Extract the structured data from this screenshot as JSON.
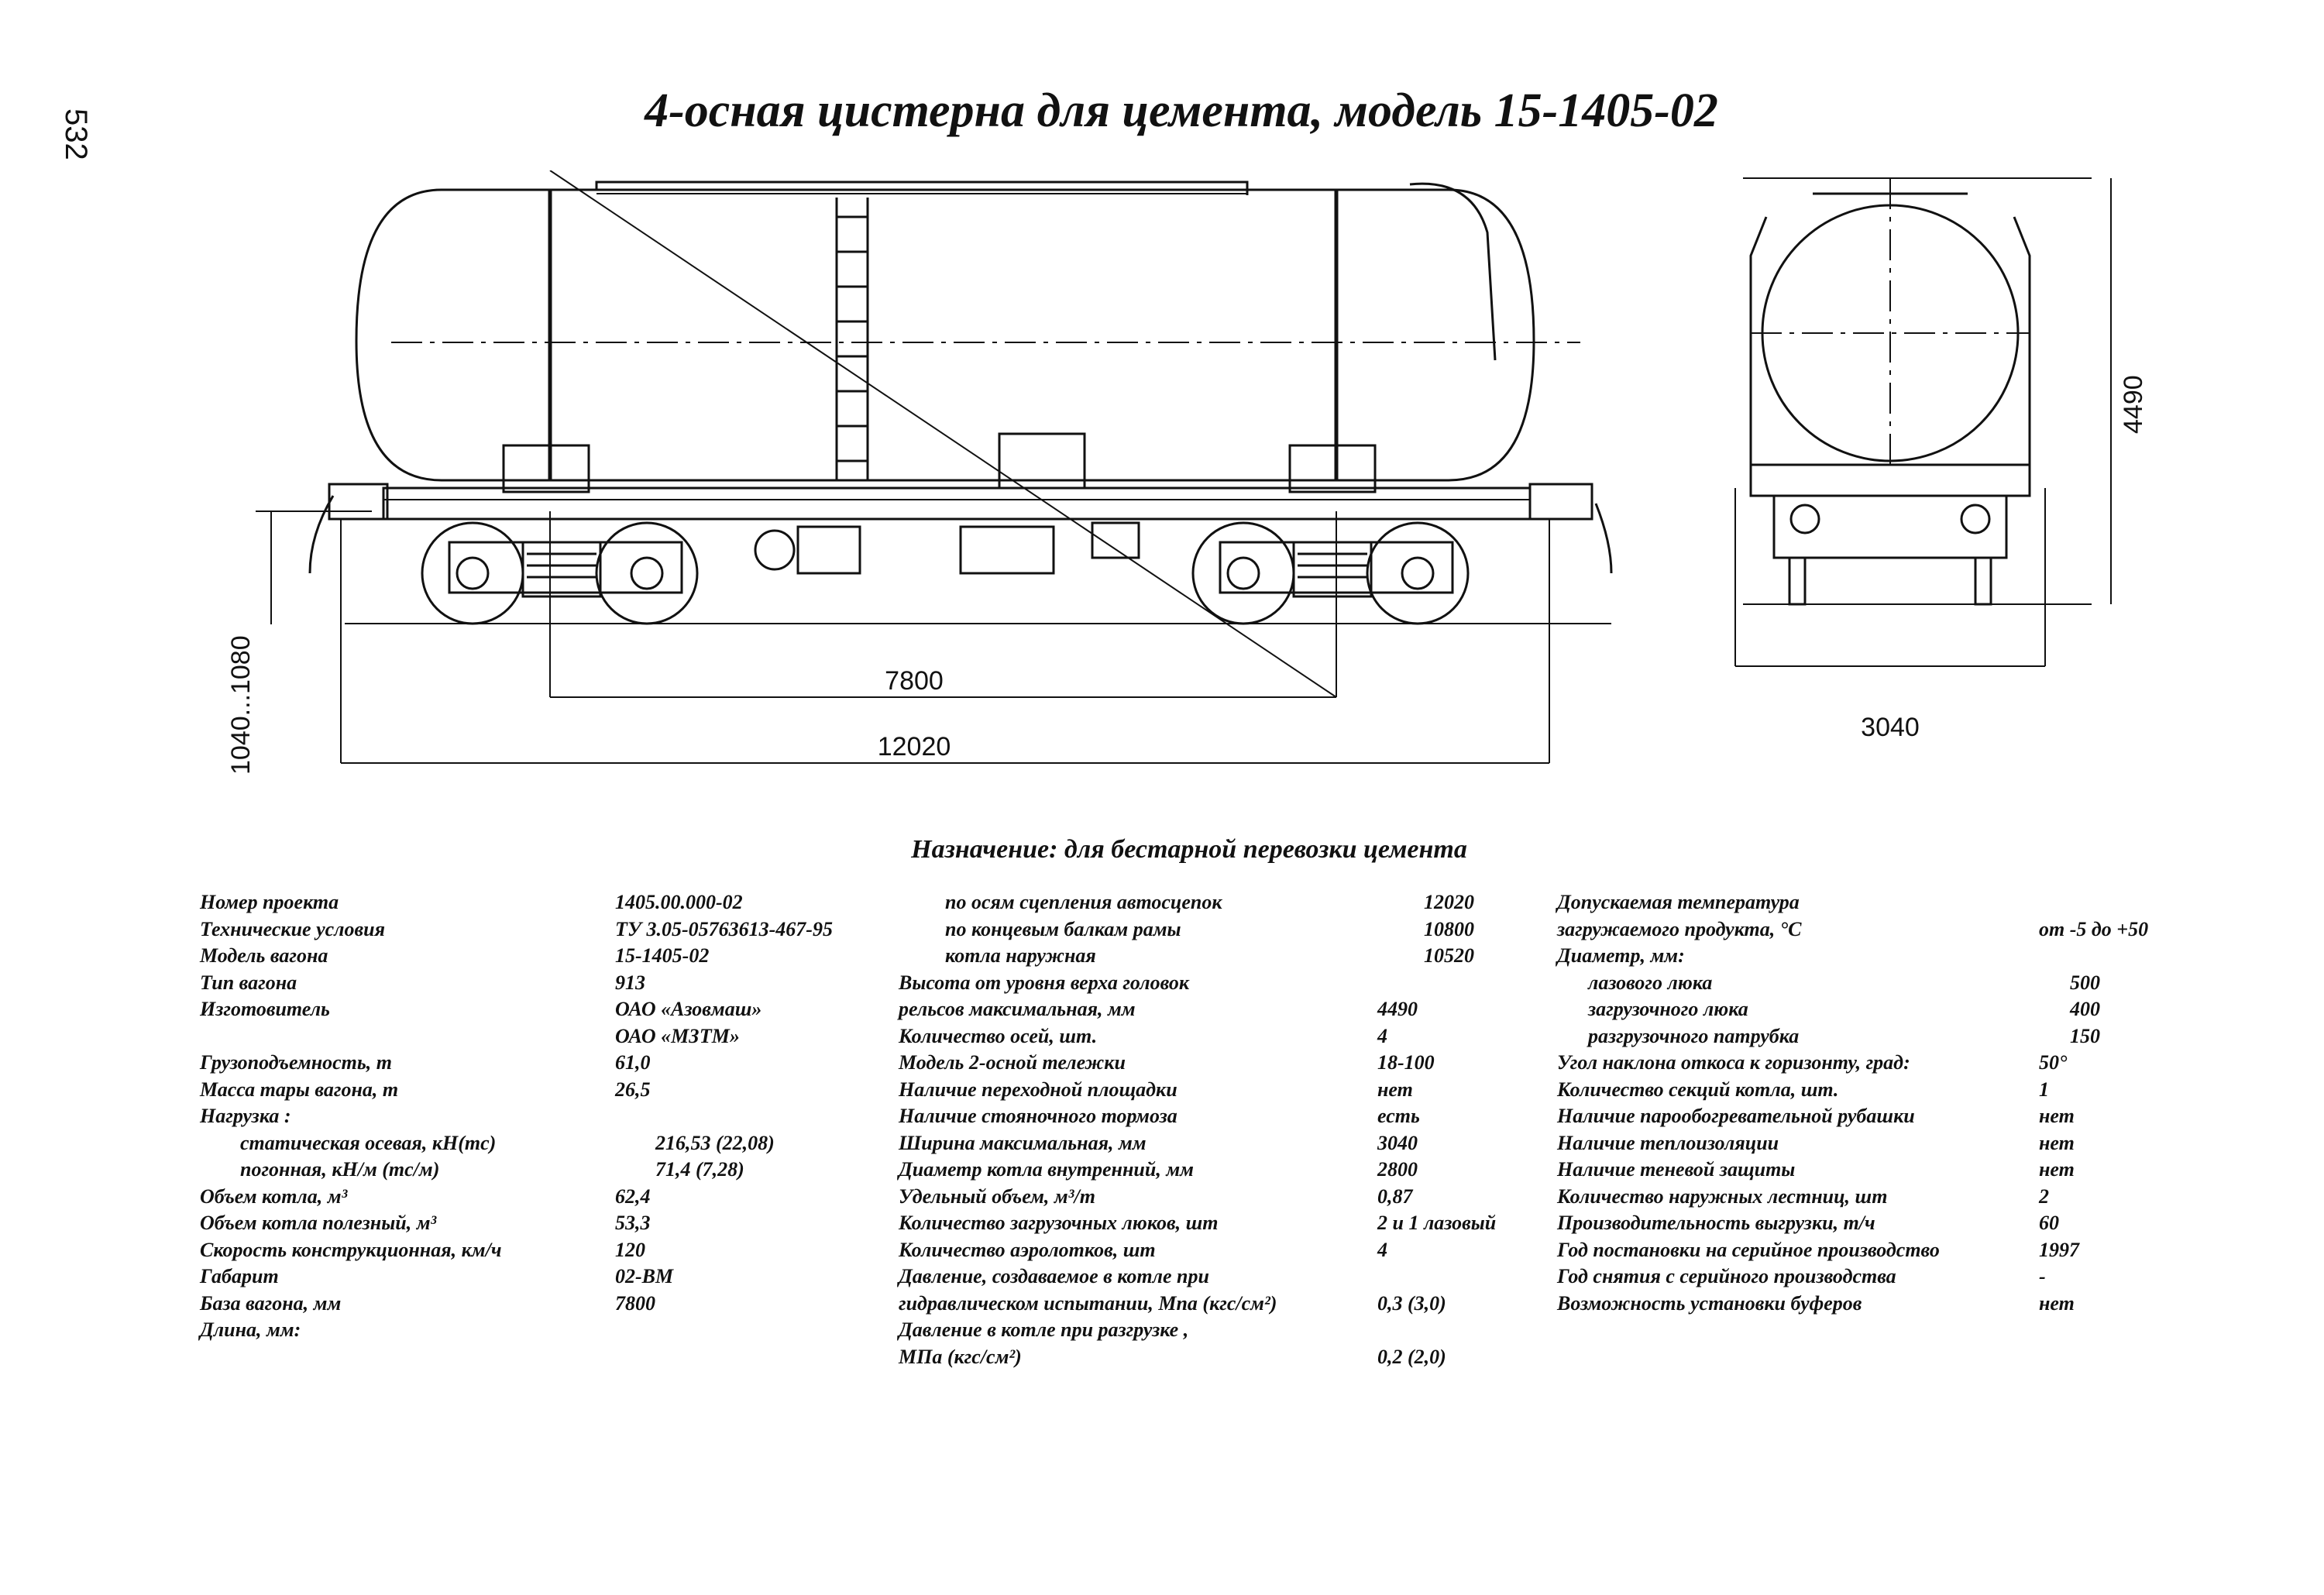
{
  "page_number": "532",
  "title": "4-осная цистерна для цемента, модель 15-1405-02",
  "drawing": {
    "dim_bogie_base": "7800",
    "dim_length_couplers": "12020",
    "dim_coupler_height": "1040...1080",
    "dim_height": "4490",
    "dim_width": "3040"
  },
  "purpose": "Назначение: для бестарной перевозки цемента",
  "specs": {
    "col1": [
      {
        "label": "Номер проекта",
        "value": "1405.00.000-02"
      },
      {
        "label": "Технические условия",
        "value": "ТУ 3.05-05763613-467-95"
      },
      {
        "label": "Модель вагона",
        "value": "15-1405-02"
      },
      {
        "label": "Тип вагона",
        "value": "913"
      },
      {
        "label": "Изготовитель",
        "value": "ОАО «Азовмаш»"
      },
      {
        "label": "",
        "value": "ОАО «МЗТМ»"
      },
      {
        "label": "Грузоподъемность, т",
        "value": "61,0"
      },
      {
        "label": "Масса тары вагона, т",
        "value": "26,5"
      },
      {
        "label": "Нагрузка :",
        "value": ""
      },
      {
        "label": "статическая осевая, кН(тс)",
        "value": "216,53 (22,08)"
      },
      {
        "label": "погонная, кН/м (тс/м)",
        "value": "71,4 (7,28)"
      },
      {
        "label": "Объем котла, м³",
        "value": "62,4"
      },
      {
        "label": "Объем котла полезный, м³",
        "value": "53,3"
      },
      {
        "label": "Скорость конструкционная, км/ч",
        "value": "120"
      },
      {
        "label": "Габарит",
        "value": "02-ВМ"
      },
      {
        "label": "База вагона, мм",
        "value": "7800"
      },
      {
        "label": "Длина, мм:",
        "value": ""
      }
    ],
    "col2": [
      {
        "label": "по осям сцепления автосцепок",
        "value": "12020"
      },
      {
        "label": "по концевым балкам рамы",
        "value": "10800"
      },
      {
        "label": "котла наружная",
        "value": "10520"
      },
      {
        "label": "Высота от уровня верха головок",
        "value": ""
      },
      {
        "label": "рельсов максимальная, мм",
        "value": "4490"
      },
      {
        "label": "Количество осей, шт.",
        "value": "4"
      },
      {
        "label": "Модель 2-осной тележки",
        "value": "18-100"
      },
      {
        "label": "Наличие переходной площадки",
        "value": "нет"
      },
      {
        "label": "Наличие стояночного тормоза",
        "value": "есть"
      },
      {
        "label": "Ширина максимальная, мм",
        "value": "3040"
      },
      {
        "label": "Диаметр котла внутренний, мм",
        "value": "2800"
      },
      {
        "label": "Удельный объем, м³/т",
        "value": "0,87"
      },
      {
        "label": "Количество загрузочных люков, шт",
        "value": "2 и 1 лазовый"
      },
      {
        "label": "Количество аэролотков, шт",
        "value": "4"
      },
      {
        "label": "Давление, создаваемое в котле при",
        "value": ""
      },
      {
        "label": "гидравлическом испытании, Мпа (кгс/см²)",
        "value": "0,3 (3,0)"
      },
      {
        "label": "Давление в котле при разгрузке ,",
        "value": ""
      },
      {
        "label": "МПа (кгс/см²)",
        "value": "0,2 (2,0)"
      }
    ],
    "col3": [
      {
        "label": "Допускаемая температура",
        "value": ""
      },
      {
        "label": "загружаемого продукта, °С",
        "value": "от -5 до +50"
      },
      {
        "label": "Диаметр, мм:",
        "value": ""
      },
      {
        "label": "лазового люка",
        "value": "500"
      },
      {
        "label": "загрузочного люка",
        "value": "400"
      },
      {
        "label": "разгрузочного патрубка",
        "value": "150"
      },
      {
        "label": "Угол наклона откоса к горизонту, град:",
        "value": "50°"
      },
      {
        "label": "Количество секций котла, шт.",
        "value": "1"
      },
      {
        "label": "Наличие парообогревательной рубашки",
        "value": "нет"
      },
      {
        "label": "Наличие теплоизоляции",
        "value": "нет"
      },
      {
        "label": "Наличие теневой защиты",
        "value": "нет"
      },
      {
        "label": "Количество наружных лестниц, шт",
        "value": "2"
      },
      {
        "label": "Производительность выгрузки, т/ч",
        "value": "60"
      },
      {
        "label": "Год постановки на серийное производство",
        "value": "1997"
      },
      {
        "label": "Год снятия с серийного производства",
        "value": "-"
      },
      {
        "label": "Возможность установки буферов",
        "value": "нет"
      }
    ]
  }
}
